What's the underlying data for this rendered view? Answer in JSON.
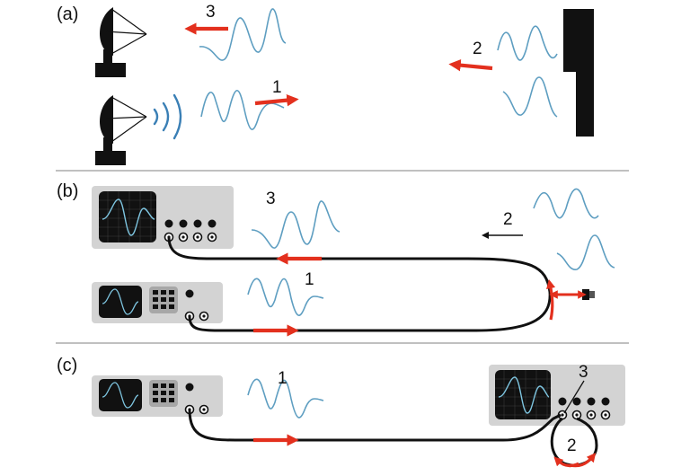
{
  "panels": {
    "a": {
      "label": "(a)",
      "numbers": {
        "reflected": "3",
        "reflector": "2",
        "transmitted": "1"
      }
    },
    "b": {
      "label": "(b)",
      "numbers": {
        "reflected": "3",
        "reflector": "2",
        "transmitted": "1"
      }
    },
    "c": {
      "label": "(c)",
      "numbers": {
        "transmitted": "1",
        "reflected": "3",
        "loop": "2"
      }
    }
  },
  "colors": {
    "arrow": "#e3301e",
    "wave": "#5e9ec1",
    "cable": "#111111",
    "device_body": "#d3d3d3",
    "screen": "#111111",
    "divider": "#9a9a9a"
  },
  "icons": {
    "dish": "radar-dish-icon",
    "radio_waves": "radio-waves-icon",
    "reflector": "reflector-wall-icon",
    "oscilloscope": "oscilloscope-icon",
    "pulse_generator": "pulse-generator-icon",
    "connector": "cable-connector-icon"
  }
}
